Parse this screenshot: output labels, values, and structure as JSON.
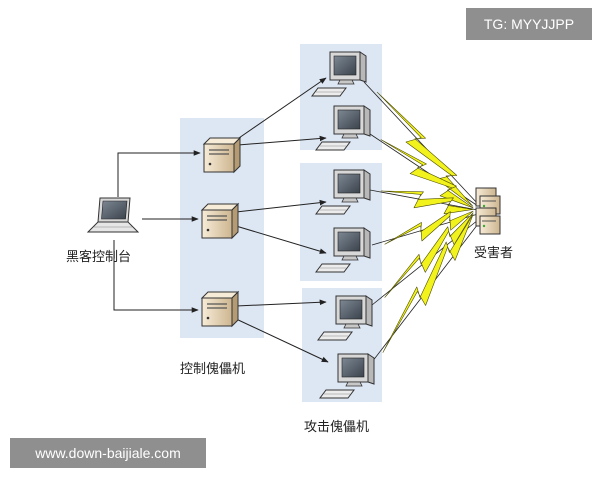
{
  "watermark_top": "TG: MYYJJPP",
  "watermark_bottom": "www.down-baijiale.com",
  "labels": {
    "hacker_console": "黑客控制台",
    "control_zombies": "控制傀儡机",
    "attack_zombies": "攻击傀儡机",
    "victim": "受害者"
  },
  "colors": {
    "panel": "#dde6f3",
    "line": "#222222",
    "lightning": "#f2f21c",
    "lightning_edge": "#4d4d00",
    "server": "#ecdcc2",
    "monitor_frame": "#d8d8d8",
    "monitor_screen": "#58626e",
    "watermark_bg": "#8f8f8f"
  },
  "icons": {
    "console": "laptop-icon",
    "control": "server-tower-icon",
    "attack": "desktop-computer-icon",
    "victim": "server-stack-icon"
  },
  "diagram": {
    "nodes": [
      {
        "id": "console",
        "kind": "laptop"
      },
      {
        "id": "c1",
        "kind": "tower",
        "group": "control"
      },
      {
        "id": "c2",
        "kind": "tower",
        "group": "control"
      },
      {
        "id": "c3",
        "kind": "tower",
        "group": "control"
      },
      {
        "id": "a1",
        "kind": "desktop",
        "group": "attack"
      },
      {
        "id": "a2",
        "kind": "desktop",
        "group": "attack"
      },
      {
        "id": "a3",
        "kind": "desktop",
        "group": "attack"
      },
      {
        "id": "a4",
        "kind": "desktop",
        "group": "attack"
      },
      {
        "id": "a5",
        "kind": "desktop",
        "group": "attack"
      },
      {
        "id": "a6",
        "kind": "desktop",
        "group": "attack"
      },
      {
        "id": "victim",
        "kind": "servers"
      }
    ],
    "edges": [
      {
        "from": "console",
        "to": "c1"
      },
      {
        "from": "console",
        "to": "c2"
      },
      {
        "from": "console",
        "to": "c3"
      },
      {
        "from": "c1",
        "to": "a1"
      },
      {
        "from": "c1",
        "to": "a2"
      },
      {
        "from": "c2",
        "to": "a3"
      },
      {
        "from": "c2",
        "to": "a4"
      },
      {
        "from": "c3",
        "to": "a5"
      },
      {
        "from": "c3",
        "to": "a6"
      }
    ],
    "attacks": [
      {
        "from": "a1",
        "to": "victim"
      },
      {
        "from": "a2",
        "to": "victim"
      },
      {
        "from": "a3",
        "to": "victim"
      },
      {
        "from": "a4",
        "to": "victim"
      },
      {
        "from": "a5",
        "to": "victim"
      },
      {
        "from": "a6",
        "to": "victim"
      }
    ]
  }
}
